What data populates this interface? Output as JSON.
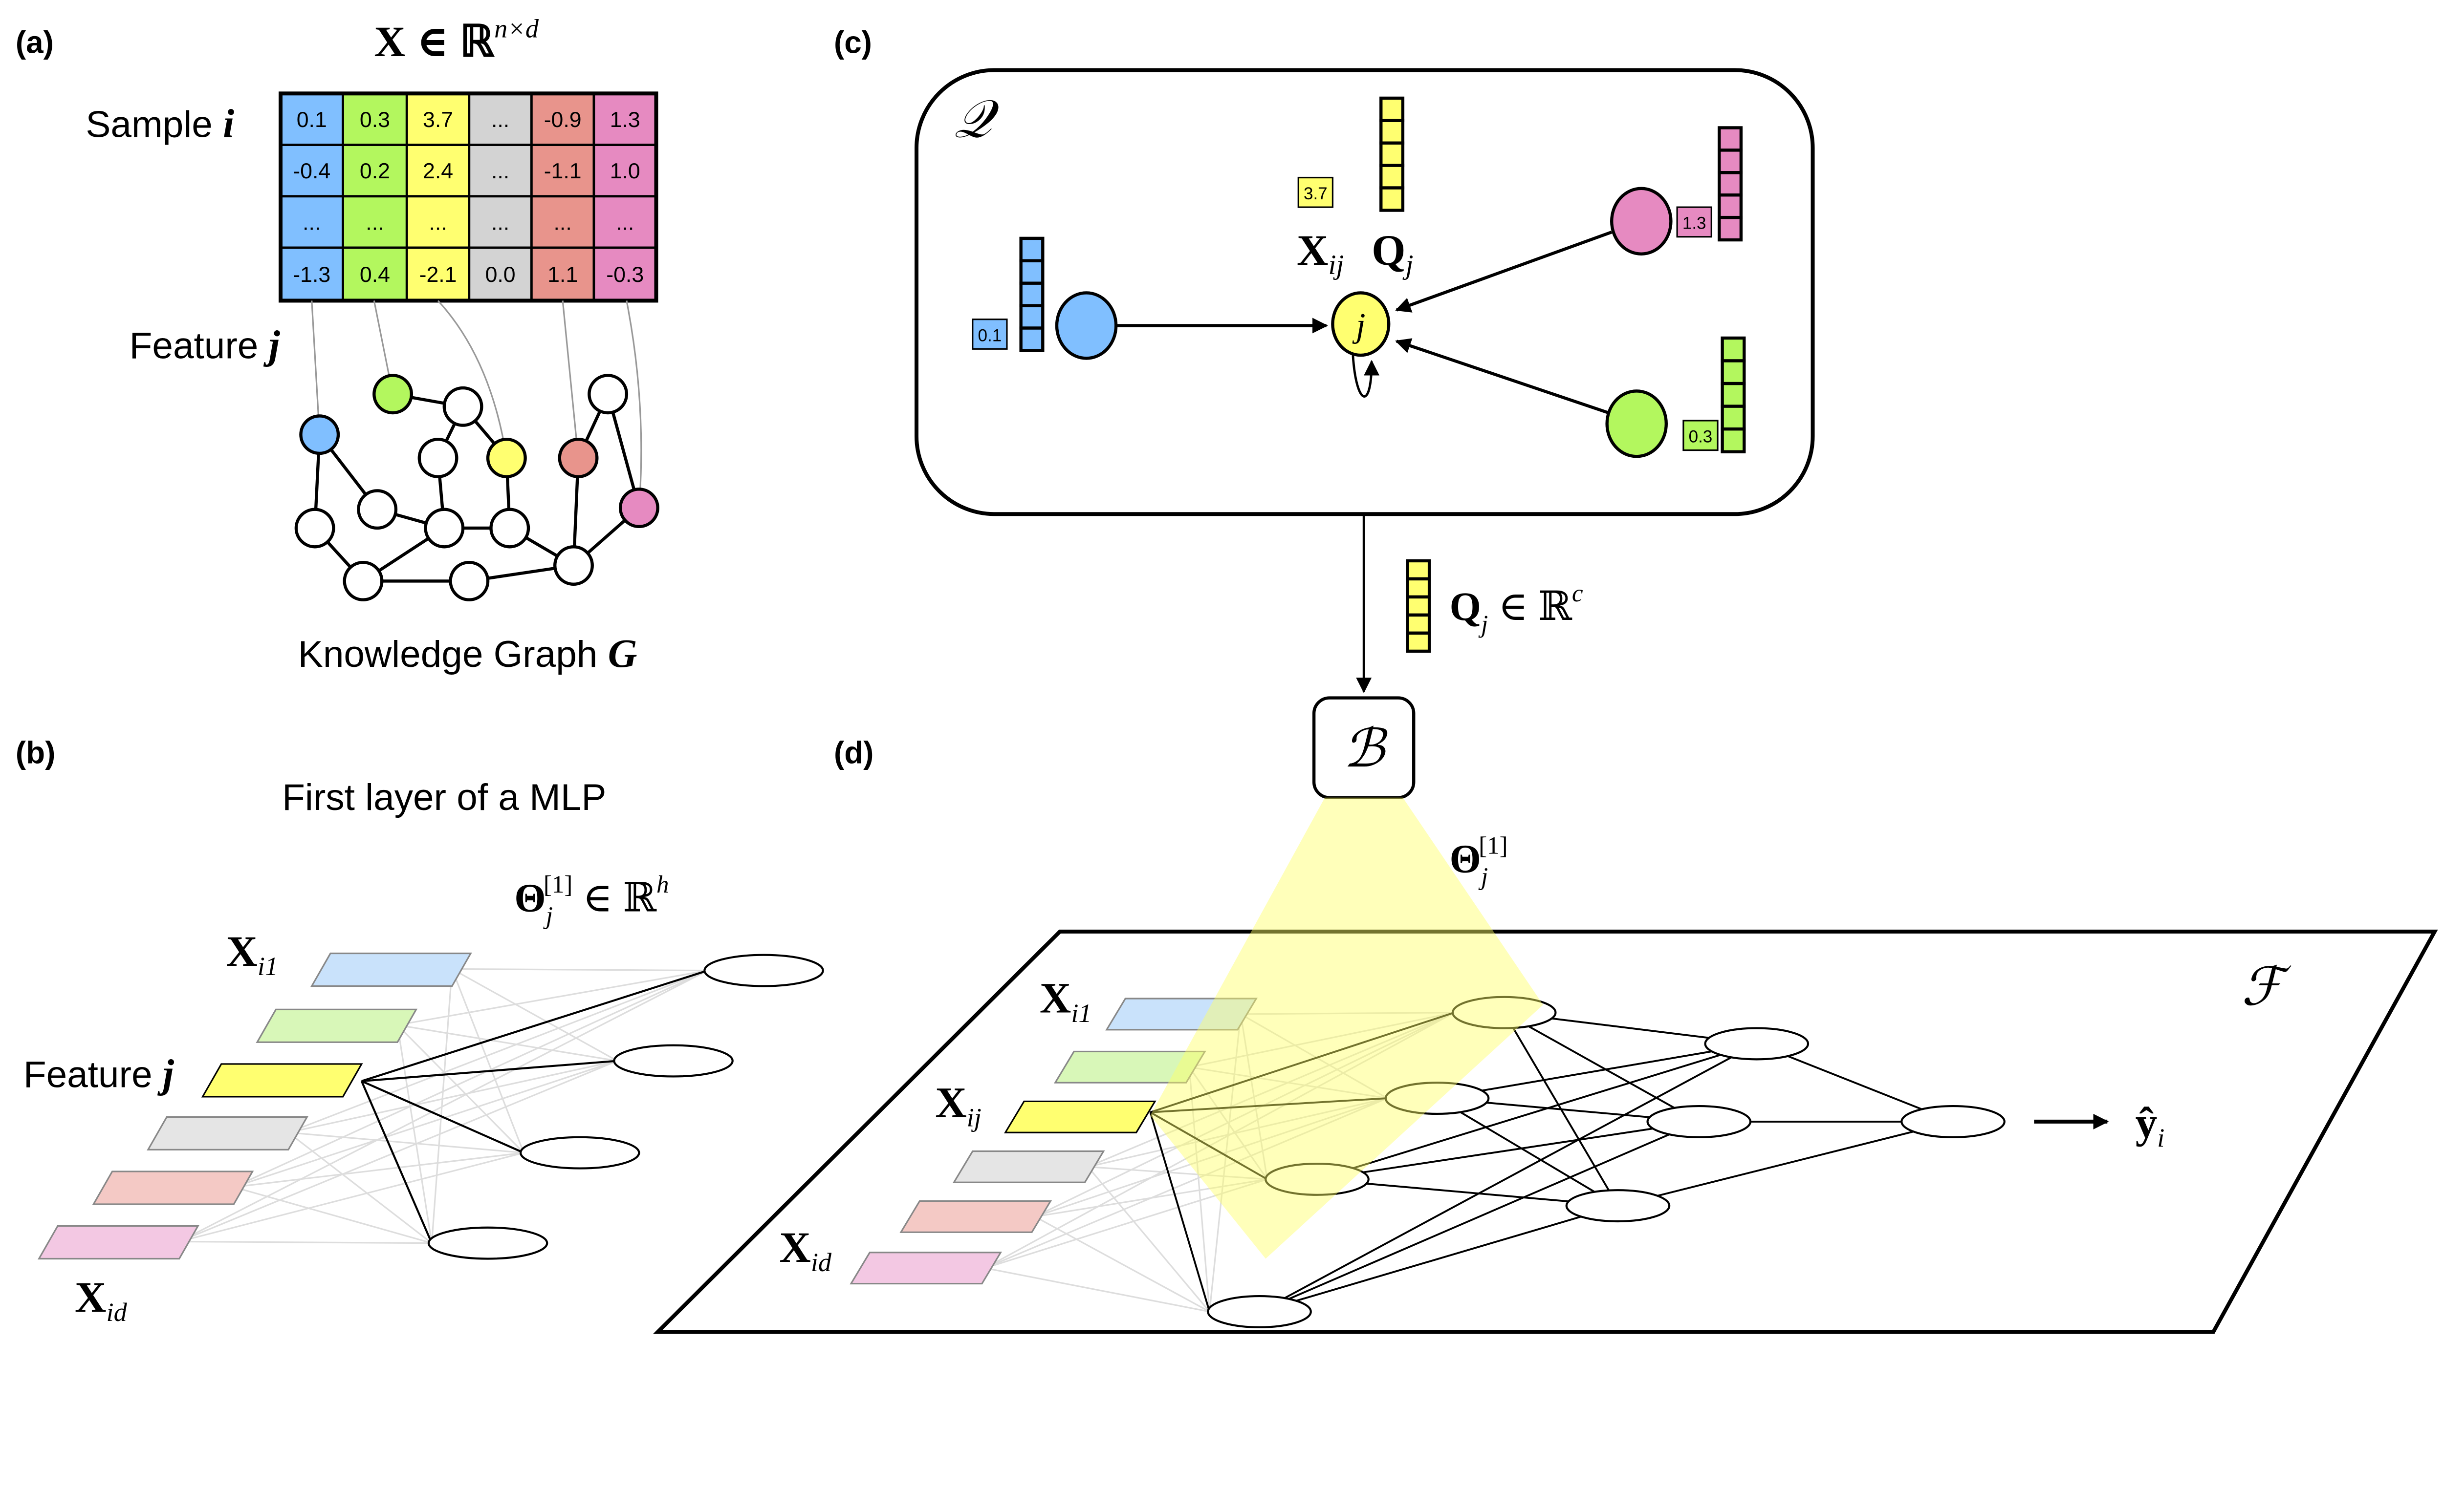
{
  "panels": {
    "a": {
      "label": "(a)",
      "matrix_title": "X ∈ ℝ",
      "matrix_title_sup": "n×d",
      "sample_label": "Sample ",
      "sample_var": "i",
      "feature_label": "Feature ",
      "feature_var": "j",
      "column_colors": [
        "#80bfff",
        "#b3f75e",
        "#ffff70",
        "#d3d3d3",
        "#e8948c",
        "#e68ac1"
      ],
      "rows": [
        [
          "0.1",
          "0.3",
          "3.7",
          "...",
          "-0.9",
          "1.3"
        ],
        [
          "-0.4",
          "0.2",
          "2.4",
          "...",
          "-1.1",
          "1.0"
        ],
        [
          "...",
          "...",
          "...",
          "...",
          "...",
          "..."
        ],
        [
          "-1.3",
          "0.4",
          "-2.1",
          "0.0",
          "1.1",
          "-0.3"
        ]
      ],
      "graph_label": "Knowledge Graph ",
      "graph_var": "G"
    },
    "b": {
      "label": "(b)",
      "title": "First layer of a MLP",
      "theta": "Θ",
      "theta_sub": "j",
      "theta_sup": "[1]",
      "theta_rest": " ∈ ℝ",
      "theta_rest_sup": "h",
      "x_first": "X",
      "x_first_sub": "i1",
      "feature_label": "Feature ",
      "feature_var": "j",
      "x_last": "X",
      "x_last_sub": "id"
    },
    "c": {
      "label": "(c)",
      "set_symbol": "𝒬",
      "center_node": "j",
      "center_value": "3.7",
      "neighbor_values": [
        "0.1",
        "1.3",
        "0.3"
      ],
      "x_label": "X",
      "x_sub": "ij",
      "q_label": "Q",
      "q_sub": "j",
      "q_out": "Q",
      "q_out_sub": "j",
      "q_out_rest": " ∈ ℝ",
      "q_out_sup": "c",
      "b_symbol": "ℬ"
    },
    "d": {
      "label": "(d)",
      "theta": "Θ",
      "theta_sub": "j",
      "theta_sup": "[1]",
      "f_symbol": "ℱ",
      "x_first": "X",
      "x_first_sub": "i1",
      "x_mid": "X",
      "x_mid_sub": "ij",
      "x_last": "X",
      "x_last_sub": "id",
      "output": "ŷ",
      "output_sub": "i"
    }
  }
}
